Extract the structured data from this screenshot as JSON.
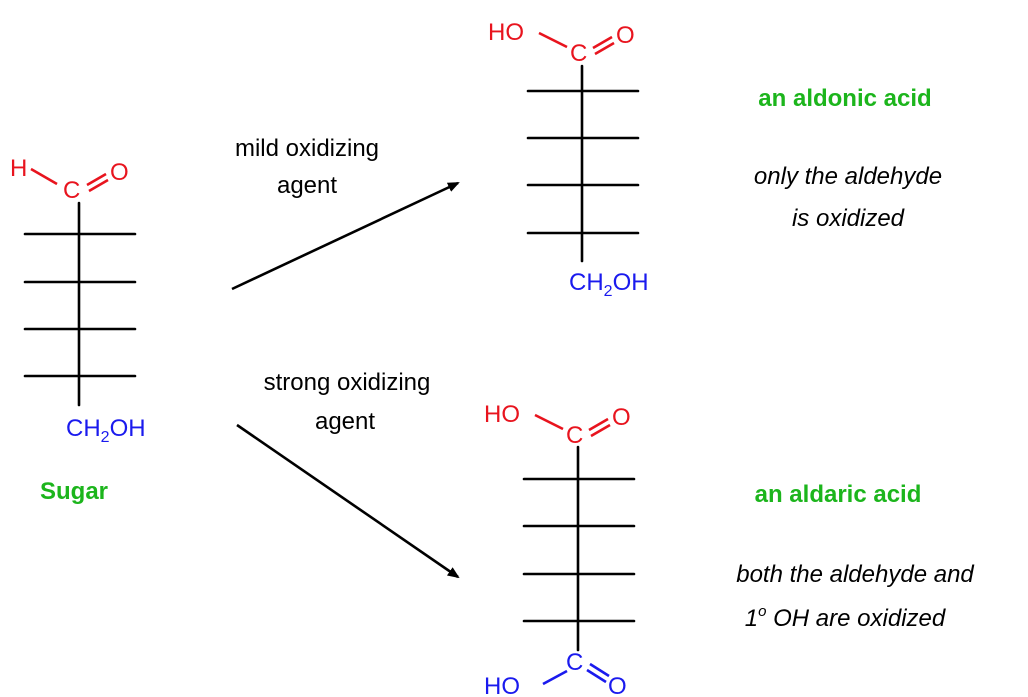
{
  "sugar": {
    "top_h": "H",
    "top_c": "C",
    "top_o": "O",
    "bottom_ch": "CH",
    "bottom_sub": "2",
    "bottom_oh": "OH",
    "name": "Sugar"
  },
  "mild": {
    "reagent_line1": "mild oxidizing",
    "reagent_line2": "agent",
    "top_ho": "HO",
    "top_c": "C",
    "top_o": "O",
    "bottom_ch": "CH",
    "bottom_sub": "2",
    "bottom_oh": "OH",
    "product_name": "an aldonic acid",
    "note_line1": "only the aldehyde",
    "note_line2": "is oxidized"
  },
  "strong": {
    "reagent_line1": "strong oxidizing",
    "reagent_line2": "agent",
    "top_ho": "HO",
    "top_c": "C",
    "top_o": "O",
    "bottom_ho": "HO",
    "bottom_c": "C",
    "bottom_o": "O",
    "product_name": "an aldaric acid",
    "note_line1": "both the aldehyde and",
    "note_line2_pre": "1",
    "note_line2_sup": "o",
    "note_line2_post": " OH are oxidized"
  },
  "colors": {
    "oxygen_groups": "#e8141e",
    "hydroxymethyl": "#1a1aee",
    "labels": "#1cb51c"
  }
}
